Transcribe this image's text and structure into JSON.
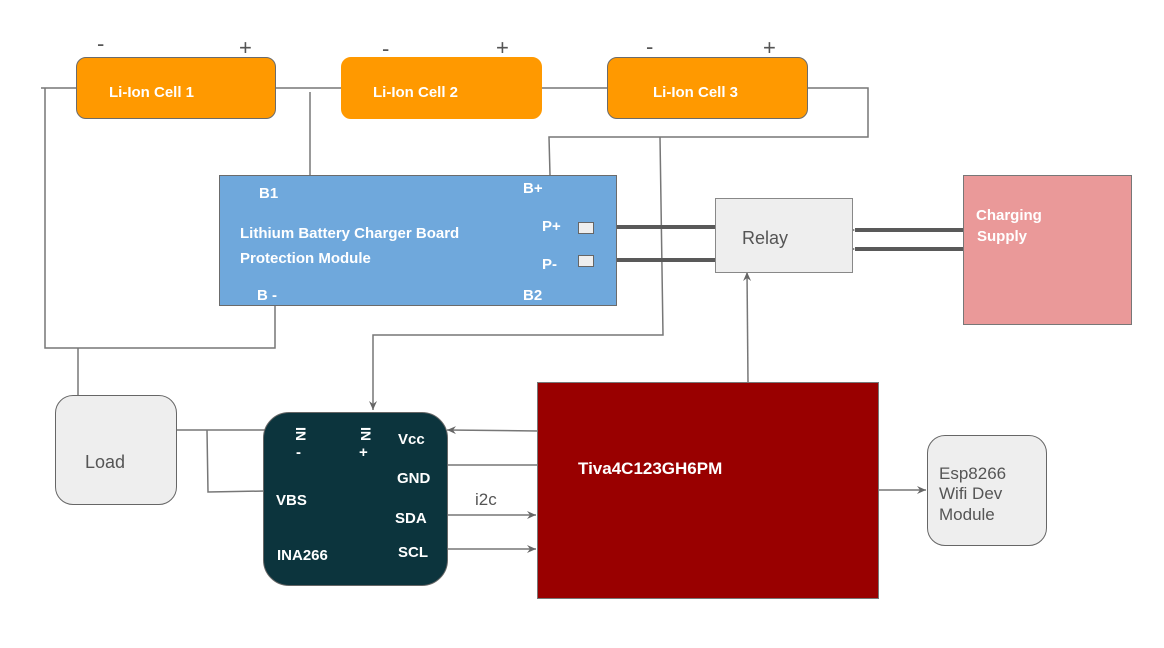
{
  "diagram": {
    "cells": [
      {
        "label": "Li-Ion Cell 1",
        "neg": "-",
        "pos": "+"
      },
      {
        "label": "Li-Ion Cell 2",
        "neg": "-",
        "pos": "+"
      },
      {
        "label": "Li-Ion Cell 3",
        "neg": "-",
        "pos": "+"
      }
    ],
    "bms": {
      "title_line1": "Lithium Battery Charger Board",
      "title_line2": "Protection Module",
      "pins": {
        "b1": "B1",
        "bplus": "B+",
        "pplus": "P+",
        "pminus": "P-",
        "bminus": "B -",
        "b2": "B2"
      }
    },
    "relay": {
      "label": "Relay"
    },
    "supply": {
      "line1": "Charging",
      "line2": "Supply"
    },
    "load": {
      "label": "Load"
    },
    "ina": {
      "name": "INA266",
      "pins": {
        "in_minus": "IN",
        "in_minus_sign": "-",
        "in_plus": "IN",
        "in_plus_sign": "+",
        "vcc": "Vcc",
        "gnd": "GND",
        "vbs": "VBS",
        "sda": "SDA",
        "scl": "SCL"
      }
    },
    "bus_label": "i2c",
    "mcu": {
      "label": "Tiva4C123GH6PM"
    },
    "esp": {
      "line1": "Esp8266",
      "line2": "Wifi Dev",
      "line3": "Module"
    },
    "colors": {
      "cell": "#ff9900",
      "bms": "#6fa8dc",
      "relay": "#eeeeee",
      "supply": "#ea9999",
      "ina": "#0c343d",
      "mcu": "#990000",
      "wire": "#777777",
      "power_wire": "#595959"
    }
  }
}
